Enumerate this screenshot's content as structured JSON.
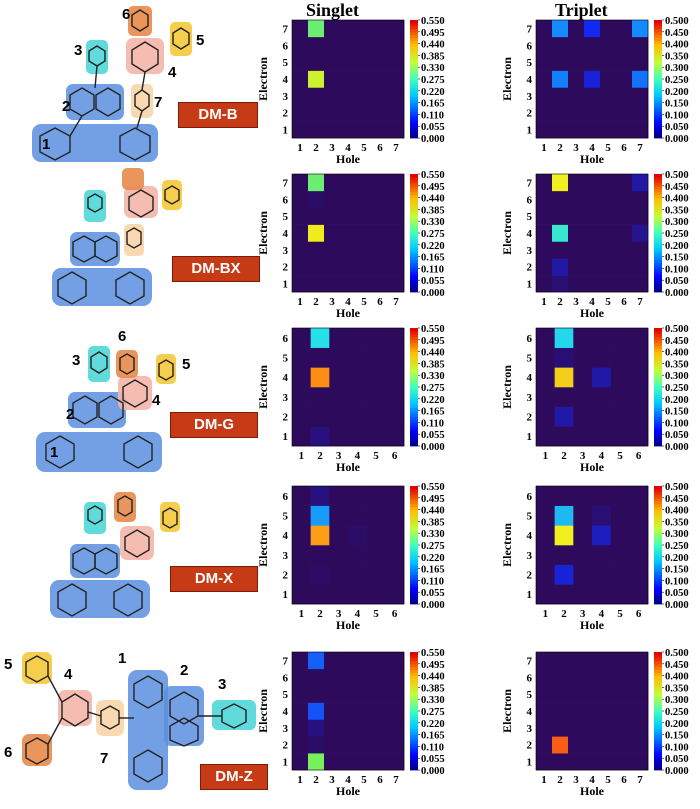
{
  "column_titles": {
    "singlet": "Singlet",
    "triplet": "Triplet"
  },
  "molecules": [
    {
      "label": "DM-B",
      "fragments": [
        "1",
        "2",
        "3",
        "4",
        "5",
        "6",
        "7"
      ]
    },
    {
      "label": "DM-BX",
      "fragments": []
    },
    {
      "label": "DM-G",
      "fragments": [
        "1",
        "2",
        "3",
        "4",
        "5",
        "6"
      ]
    },
    {
      "label": "DM-X",
      "fragments": []
    },
    {
      "label": "DM-Z",
      "fragments": [
        "1",
        "2",
        "3",
        "4",
        "5",
        "6",
        "7"
      ]
    }
  ],
  "colors": {
    "badge": "#c63b15",
    "donor_blue": "#5b8fe0",
    "acceptor_pink": "#f4b5a8",
    "phenyl_cyan": "#4fd6d6",
    "phenyl_orange": "#e8894a",
    "phenyl_yellow": "#f5c93a",
    "bridge_peach": "#f8d5a8",
    "heatmap_bg": "#2d0a5c"
  },
  "chart_data": [
    {
      "type": "heatmap",
      "molecule": "DM-B",
      "state": "Singlet",
      "xlabel": "Hole",
      "ylabel": "Electron",
      "x": [
        1,
        2,
        3,
        4,
        5,
        6,
        7
      ],
      "y": [
        1,
        2,
        3,
        4,
        5,
        6,
        7
      ],
      "colorbar_ticks": [
        "0.550",
        "0.495",
        "0.440",
        "0.385",
        "0.330",
        "0.275",
        "0.220",
        "0.165",
        "0.110",
        "0.055",
        "0.000"
      ],
      "vmin": 0,
      "vmax": 0.55,
      "z": [
        [
          0.01,
          0.03,
          0.01,
          0.01,
          0.01,
          0.01,
          0.01
        ],
        [
          0.01,
          0.03,
          0.01,
          0.01,
          0.01,
          0.01,
          0.01
        ],
        [
          0.01,
          0.02,
          0.01,
          0.01,
          0.01,
          0.01,
          0.01
        ],
        [
          0.02,
          0.38,
          0.02,
          0.01,
          0.01,
          0.01,
          0.02
        ],
        [
          0.01,
          0.02,
          0.01,
          0.01,
          0.01,
          0.01,
          0.01
        ],
        [
          0.01,
          0.03,
          0.01,
          0.01,
          0.01,
          0.01,
          0.01
        ],
        [
          0.02,
          0.33,
          0.03,
          0.01,
          0.01,
          0.01,
          0.03
        ]
      ]
    },
    {
      "type": "heatmap",
      "molecule": "DM-B",
      "state": "Triplet",
      "xlabel": "Hole",
      "ylabel": "Electron",
      "x": [
        1,
        2,
        3,
        4,
        5,
        6,
        7
      ],
      "y": [
        1,
        2,
        3,
        4,
        5,
        6,
        7
      ],
      "colorbar_ticks": [
        "0.500",
        "0.450",
        "0.400",
        "0.350",
        "0.300",
        "0.250",
        "0.200",
        "0.150",
        "0.100",
        "0.050",
        "0.000"
      ],
      "vmin": 0,
      "vmax": 0.5,
      "z": [
        [
          0.01,
          0.02,
          0.01,
          0.01,
          0.01,
          0.01,
          0.01
        ],
        [
          0.01,
          0.03,
          0.01,
          0.02,
          0.01,
          0.01,
          0.01
        ],
        [
          0.01,
          0.02,
          0.01,
          0.01,
          0.01,
          0.01,
          0.01
        ],
        [
          0.05,
          0.18,
          0.03,
          0.1,
          0.02,
          0.02,
          0.17
        ],
        [
          0.01,
          0.02,
          0.01,
          0.01,
          0.01,
          0.01,
          0.01
        ],
        [
          0.01,
          0.02,
          0.01,
          0.01,
          0.01,
          0.01,
          0.01
        ],
        [
          0.05,
          0.19,
          0.03,
          0.11,
          0.02,
          0.02,
          0.19
        ]
      ]
    },
    {
      "type": "heatmap",
      "molecule": "DM-BX",
      "state": "Singlet",
      "xlabel": "Hole",
      "ylabel": "Electron",
      "x": [
        1,
        2,
        3,
        4,
        5,
        6,
        7
      ],
      "y": [
        1,
        2,
        3,
        4,
        5,
        6,
        7
      ],
      "colorbar_ticks": [
        "0.550",
        "0.495",
        "0.440",
        "0.385",
        "0.330",
        "0.275",
        "0.220",
        "0.165",
        "0.110",
        "0.055",
        "0.000"
      ],
      "vmin": 0,
      "vmax": 0.55,
      "z": [
        [
          0.01,
          0.03,
          0.01,
          0.01,
          0.01,
          0.01,
          0.01
        ],
        [
          0.01,
          0.04,
          0.01,
          0.01,
          0.01,
          0.01,
          0.01
        ],
        [
          0.01,
          0.02,
          0.01,
          0.01,
          0.01,
          0.01,
          0.01
        ],
        [
          0.02,
          0.4,
          0.02,
          0.01,
          0.01,
          0.01,
          0.02
        ],
        [
          0.01,
          0.03,
          0.01,
          0.01,
          0.01,
          0.01,
          0.01
        ],
        [
          0.01,
          0.06,
          0.01,
          0.01,
          0.01,
          0.01,
          0.01
        ],
        [
          0.02,
          0.33,
          0.02,
          0.01,
          0.01,
          0.01,
          0.02
        ]
      ]
    },
    {
      "type": "heatmap",
      "molecule": "DM-BX",
      "state": "Triplet",
      "xlabel": "Hole",
      "ylabel": "Electron",
      "x": [
        1,
        2,
        3,
        4,
        5,
        6,
        7
      ],
      "y": [
        1,
        2,
        3,
        4,
        5,
        6,
        7
      ],
      "colorbar_ticks": [
        "0.500",
        "0.450",
        "0.400",
        "0.350",
        "0.300",
        "0.250",
        "0.200",
        "0.150",
        "0.100",
        "0.050",
        "0.000"
      ],
      "vmin": 0,
      "vmax": 0.5,
      "z": [
        [
          0.01,
          0.06,
          0.01,
          0.01,
          0.01,
          0.01,
          0.01
        ],
        [
          0.01,
          0.08,
          0.01,
          0.01,
          0.01,
          0.01,
          0.01
        ],
        [
          0.01,
          0.02,
          0.01,
          0.01,
          0.01,
          0.01,
          0.01
        ],
        [
          0.02,
          0.26,
          0.02,
          0.01,
          0.01,
          0.01,
          0.07
        ],
        [
          0.01,
          0.03,
          0.01,
          0.01,
          0.01,
          0.01,
          0.01
        ],
        [
          0.01,
          0.04,
          0.01,
          0.01,
          0.01,
          0.01,
          0.01
        ],
        [
          0.02,
          0.36,
          0.02,
          0.01,
          0.01,
          0.01,
          0.08
        ]
      ]
    },
    {
      "type": "heatmap",
      "molecule": "DM-G",
      "state": "Singlet",
      "xlabel": "Hole",
      "ylabel": "Electron",
      "x": [
        1,
        2,
        3,
        4,
        5,
        6
      ],
      "y": [
        1,
        2,
        3,
        4,
        5,
        6
      ],
      "colorbar_ticks": [
        "0.550",
        "0.495",
        "0.440",
        "0.385",
        "0.330",
        "0.275",
        "0.220",
        "0.165",
        "0.110",
        "0.055",
        "0.000"
      ],
      "vmin": 0,
      "vmax": 0.55,
      "z": [
        [
          0.01,
          0.07,
          0.01,
          0.01,
          0.01,
          0.01
        ],
        [
          0.01,
          0.04,
          0.01,
          0.01,
          0.01,
          0.01
        ],
        [
          0.01,
          0.02,
          0.01,
          0.01,
          0.01,
          0.01
        ],
        [
          0.02,
          0.46,
          0.04,
          0.05,
          0.02,
          0.02
        ],
        [
          0.01,
          0.03,
          0.01,
          0.01,
          0.01,
          0.01
        ],
        [
          0.01,
          0.27,
          0.01,
          0.01,
          0.01,
          0.01
        ]
      ]
    },
    {
      "type": "heatmap",
      "molecule": "DM-G",
      "state": "Triplet",
      "xlabel": "Hole",
      "ylabel": "Electron",
      "x": [
        1,
        2,
        3,
        4,
        5,
        6
      ],
      "y": [
        1,
        2,
        3,
        4,
        5,
        6
      ],
      "colorbar_ticks": [
        "0.500",
        "0.450",
        "0.400",
        "0.350",
        "0.300",
        "0.250",
        "0.200",
        "0.150",
        "0.100",
        "0.050",
        "0.000"
      ],
      "vmin": 0,
      "vmax": 0.5,
      "z": [
        [
          0.01,
          0.03,
          0.01,
          0.01,
          0.01,
          0.01
        ],
        [
          0.01,
          0.08,
          0.01,
          0.01,
          0.01,
          0.01
        ],
        [
          0.01,
          0.02,
          0.01,
          0.01,
          0.01,
          0.01
        ],
        [
          0.03,
          0.38,
          0.04,
          0.08,
          0.03,
          0.04
        ],
        [
          0.01,
          0.06,
          0.01,
          0.02,
          0.01,
          0.01
        ],
        [
          0.02,
          0.24,
          0.02,
          0.03,
          0.02,
          0.02
        ]
      ]
    },
    {
      "type": "heatmap",
      "molecule": "DM-X",
      "state": "Singlet",
      "xlabel": "Hole",
      "ylabel": "Electron",
      "x": [
        1,
        2,
        3,
        4,
        5,
        6
      ],
      "y": [
        1,
        2,
        3,
        4,
        5,
        6
      ],
      "colorbar_ticks": [
        "0.550",
        "0.495",
        "0.440",
        "0.385",
        "0.330",
        "0.275",
        "0.220",
        "0.165",
        "0.110",
        "0.055",
        "0.000"
      ],
      "vmin": 0,
      "vmax": 0.55,
      "z": [
        [
          0.01,
          0.03,
          0.01,
          0.01,
          0.01,
          0.01
        ],
        [
          0.01,
          0.06,
          0.01,
          0.02,
          0.01,
          0.01
        ],
        [
          0.01,
          0.02,
          0.01,
          0.01,
          0.01,
          0.01
        ],
        [
          0.02,
          0.45,
          0.04,
          0.06,
          0.02,
          0.02
        ],
        [
          0.02,
          0.22,
          0.03,
          0.03,
          0.02,
          0.02
        ],
        [
          0.01,
          0.07,
          0.02,
          0.02,
          0.01,
          0.01
        ]
      ]
    },
    {
      "type": "heatmap",
      "molecule": "DM-X",
      "state": "Triplet",
      "xlabel": "Hole",
      "ylabel": "Electron",
      "x": [
        1,
        2,
        3,
        4,
        5,
        6
      ],
      "y": [
        1,
        2,
        3,
        4,
        5,
        6
      ],
      "colorbar_ticks": [
        "0.500",
        "0.450",
        "0.400",
        "0.350",
        "0.300",
        "0.250",
        "0.200",
        "0.150",
        "0.100",
        "0.050",
        "0.000"
      ],
      "vmin": 0,
      "vmax": 0.5,
      "z": [
        [
          0.01,
          0.03,
          0.01,
          0.01,
          0.01,
          0.01
        ],
        [
          0.01,
          0.1,
          0.01,
          0.01,
          0.01,
          0.01
        ],
        [
          0.01,
          0.02,
          0.01,
          0.01,
          0.01,
          0.01
        ],
        [
          0.03,
          0.36,
          0.04,
          0.09,
          0.03,
          0.04
        ],
        [
          0.02,
          0.22,
          0.03,
          0.06,
          0.03,
          0.03
        ],
        [
          0.01,
          0.05,
          0.01,
          0.02,
          0.01,
          0.02
        ]
      ]
    },
    {
      "type": "heatmap",
      "molecule": "DM-Z",
      "state": "Singlet",
      "xlabel": "Hole",
      "ylabel": "Electron",
      "x": [
        1,
        2,
        3,
        4,
        5,
        6,
        7
      ],
      "y": [
        1,
        2,
        3,
        4,
        5,
        6,
        7
      ],
      "colorbar_ticks": [
        "0.550",
        "0.495",
        "0.440",
        "0.385",
        "0.330",
        "0.275",
        "0.220",
        "0.165",
        "0.110",
        "0.055",
        "0.000"
      ],
      "vmin": 0,
      "vmax": 0.55,
      "z": [
        [
          0.01,
          0.34,
          0.01,
          0.01,
          0.01,
          0.01,
          0.01
        ],
        [
          0.01,
          0.06,
          0.01,
          0.01,
          0.01,
          0.01,
          0.01
        ],
        [
          0.01,
          0.07,
          0.01,
          0.01,
          0.01,
          0.01,
          0.01
        ],
        [
          0.01,
          0.16,
          0.01,
          0.01,
          0.01,
          0.01,
          0.01
        ],
        [
          0.01,
          0.03,
          0.01,
          0.01,
          0.01,
          0.01,
          0.01
        ],
        [
          0.01,
          0.03,
          0.01,
          0.01,
          0.01,
          0.01,
          0.01
        ],
        [
          0.01,
          0.17,
          0.01,
          0.01,
          0.01,
          0.01,
          0.01
        ]
      ]
    },
    {
      "type": "heatmap",
      "molecule": "DM-Z",
      "state": "Triplet",
      "xlabel": "Hole",
      "ylabel": "Electron",
      "x": [
        1,
        2,
        3,
        4,
        5,
        6,
        7
      ],
      "y": [
        1,
        2,
        3,
        4,
        5,
        6,
        7
      ],
      "colorbar_ticks": [
        "0.500",
        "0.450",
        "0.400",
        "0.350",
        "0.300",
        "0.250",
        "0.200",
        "0.150",
        "0.100",
        "0.050",
        "0.000"
      ],
      "vmin": 0,
      "vmax": 0.5,
      "z": [
        [
          0.01,
          0.02,
          0.01,
          0.01,
          0.01,
          0.01,
          0.01
        ],
        [
          0.02,
          0.45,
          0.02,
          0.01,
          0.01,
          0.01,
          0.01
        ],
        [
          0.01,
          0.03,
          0.01,
          0.01,
          0.01,
          0.01,
          0.01
        ],
        [
          0.01,
          0.01,
          0.01,
          0.01,
          0.01,
          0.01,
          0.01
        ],
        [
          0.01,
          0.01,
          0.01,
          0.01,
          0.01,
          0.01,
          0.01
        ],
        [
          0.01,
          0.01,
          0.01,
          0.01,
          0.01,
          0.01,
          0.01
        ],
        [
          0.01,
          0.01,
          0.01,
          0.01,
          0.01,
          0.01,
          0.01
        ]
      ]
    }
  ]
}
